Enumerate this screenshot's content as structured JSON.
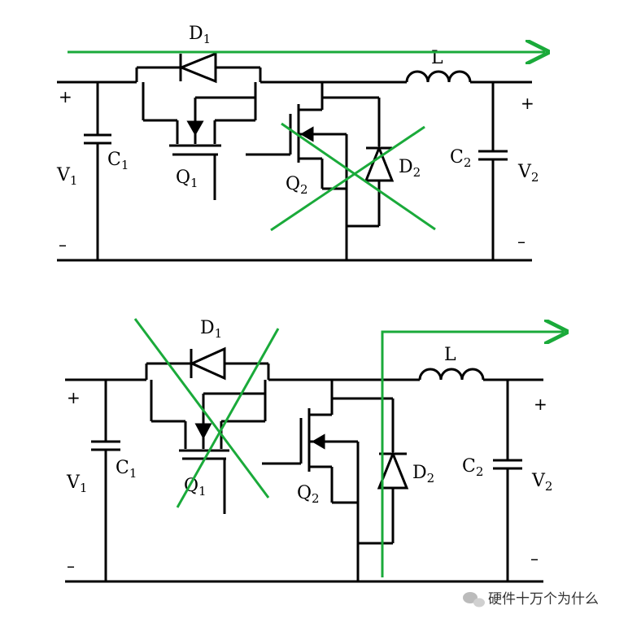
{
  "watermark": {
    "text": "硬件十万个为什么"
  },
  "top": {
    "d1": {
      "main": "D",
      "sub": "1"
    },
    "q1": {
      "main": "Q",
      "sub": "1"
    },
    "q2": {
      "main": "Q",
      "sub": "2"
    },
    "d2": {
      "main": "D",
      "sub": "2"
    },
    "c1": {
      "main": "C",
      "sub": "1"
    },
    "c2": {
      "main": "C",
      "sub": "2"
    },
    "v1": {
      "main": "V",
      "sub": "1"
    },
    "v2": {
      "main": "V",
      "sub": "2"
    },
    "l": "L",
    "plus": "+",
    "minus": "–"
  },
  "bottom": {
    "d1": {
      "main": "D",
      "sub": "1"
    },
    "q1": {
      "main": "Q",
      "sub": "1"
    },
    "q2": {
      "main": "Q",
      "sub": "2"
    },
    "d2": {
      "main": "D",
      "sub": "2"
    },
    "c1": {
      "main": "C",
      "sub": "1"
    },
    "c2": {
      "main": "C",
      "sub": "2"
    },
    "v1": {
      "main": "V",
      "sub": "1"
    },
    "v2": {
      "main": "V",
      "sub": "2"
    },
    "l": "L",
    "plus": "+",
    "minus": "–"
  },
  "colors": {
    "wire": "#000000",
    "annotation": "#1aaa3a"
  }
}
